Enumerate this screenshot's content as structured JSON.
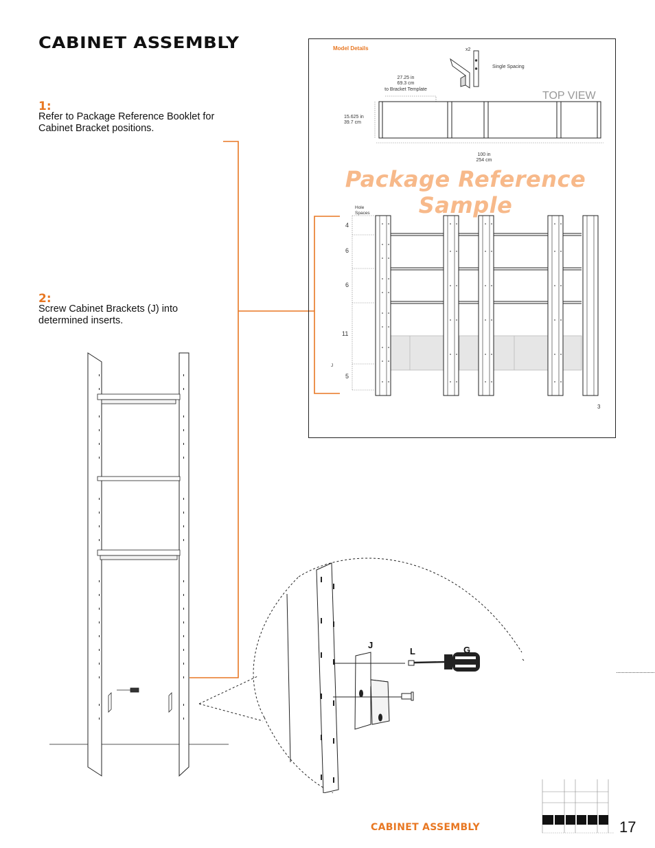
{
  "header": {
    "title": "CABINET ASSEMBLY"
  },
  "steps": [
    {
      "number": "1:",
      "line1": "Refer to Package Reference Booklet for",
      "line2": "Cabinet Bracket positions."
    },
    {
      "number": "2:",
      "line1": "Screw Cabinet Brackets (J) into",
      "line2": "determined inserts."
    }
  ],
  "reference": {
    "model_details": "Model Details",
    "qty": "x2",
    "single_spacing": "Single Spacing",
    "bracket_dim_in": "27.25 in",
    "bracket_dim_cm": "69.3 cm",
    "bracket_dim_note": "to Bracket Template",
    "depth_in": "15.625 in",
    "depth_cm": "39.7 cm",
    "width_in": "100 in",
    "width_cm": "254 cm",
    "top_view": "TOP VIEW",
    "watermark_line1": "Package Reference",
    "watermark_line2": "Sample",
    "hole_spaces_1": "Hole",
    "hole_spaces_2": "Spaces",
    "spacings": [
      "4",
      "6",
      "6",
      "11",
      "5"
    ],
    "bracket_marker": "J",
    "ref_page": "3"
  },
  "detail_labels": {
    "bracket": "J",
    "screw": "L",
    "screwdriver": "G"
  },
  "footer": {
    "title": "CABINET ASSEMBLY",
    "page_number": "17"
  },
  "colors": {
    "accent": "#e87722",
    "shelf_fill": "#e6e6e6"
  }
}
